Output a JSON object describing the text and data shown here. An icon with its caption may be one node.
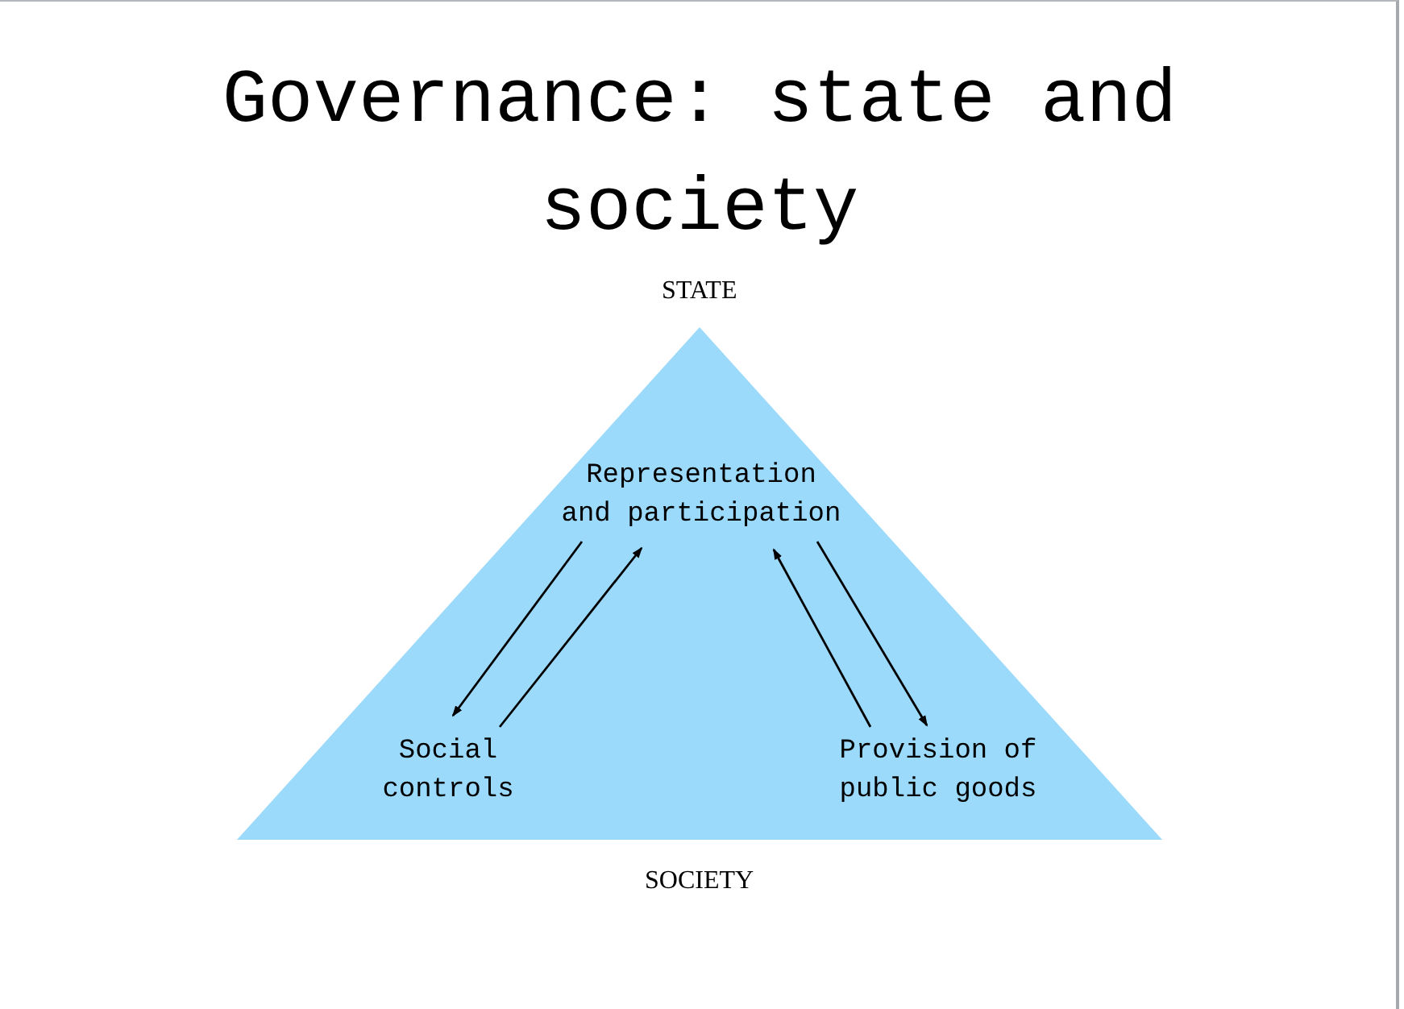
{
  "diagram": {
    "title": "Governance: state and society",
    "nodes": [
      {
        "text": [],
        "shape": "triangle"
      },
      {
        "text": [
          "Representation and participation"
        ],
        "in": 0
      },
      {
        "text": [
          "Social controls"
        ],
        "in": 0
      },
      {
        "text": [
          "Provision of public goods"
        ],
        "in": 0
      }
    ],
    "edges": [
      {
        "from": 1,
        "to": 2,
        "arrow": "to"
      },
      {
        "from": 2,
        "to": 1,
        "arrow": "to"
      },
      {
        "from": 3,
        "to": 1,
        "arrow": "to"
      },
      {
        "from": 1,
        "to": 3,
        "arrow": "to"
      }
    ],
    "labels": [
      "STATE",
      "SOCIETY"
    ]
  }
}
